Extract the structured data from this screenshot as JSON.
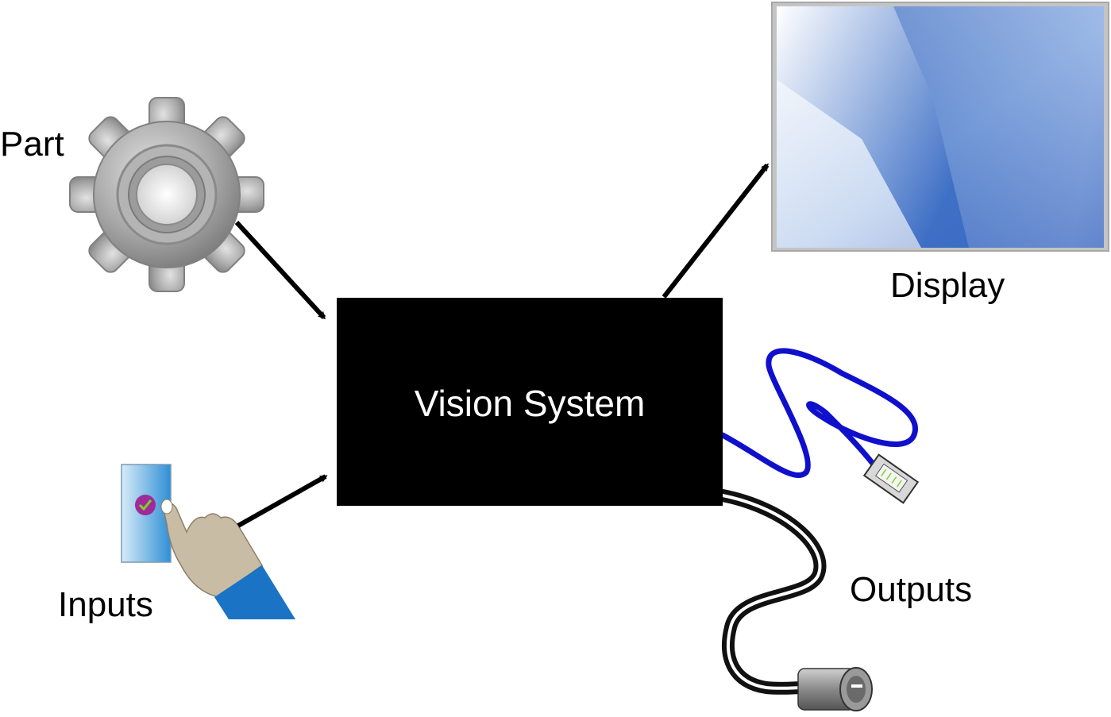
{
  "diagram": {
    "center": {
      "label": "Vision System"
    },
    "nodes": {
      "part": {
        "label": "Part",
        "icon": "gear-icon"
      },
      "inputs": {
        "label": "Inputs",
        "icon": "hand-pressing-button-icon"
      },
      "display": {
        "label": "Display",
        "icon": "monitor-screen-icon"
      },
      "outputs": {
        "label": "Outputs",
        "icon": "cables-icon"
      }
    },
    "edges": [
      {
        "from": "part",
        "to": "center"
      },
      {
        "from": "inputs",
        "to": "center"
      },
      {
        "from": "center",
        "to": "display"
      },
      {
        "from": "center",
        "to": "outputs"
      }
    ],
    "colors": {
      "box": "#000000",
      "box_text": "#ffffff",
      "ethernet_cable": "#1010cc",
      "screen_border": "#b8b8b8",
      "screen_blue": "#0a3aa8",
      "gear": "#9a9a9a",
      "button_blue": "#4aa6e0",
      "sleeve_blue": "#1a73c4",
      "skin": "#c8bca4",
      "check_purple": "#a02a9a",
      "check_green": "#7ed321"
    }
  }
}
